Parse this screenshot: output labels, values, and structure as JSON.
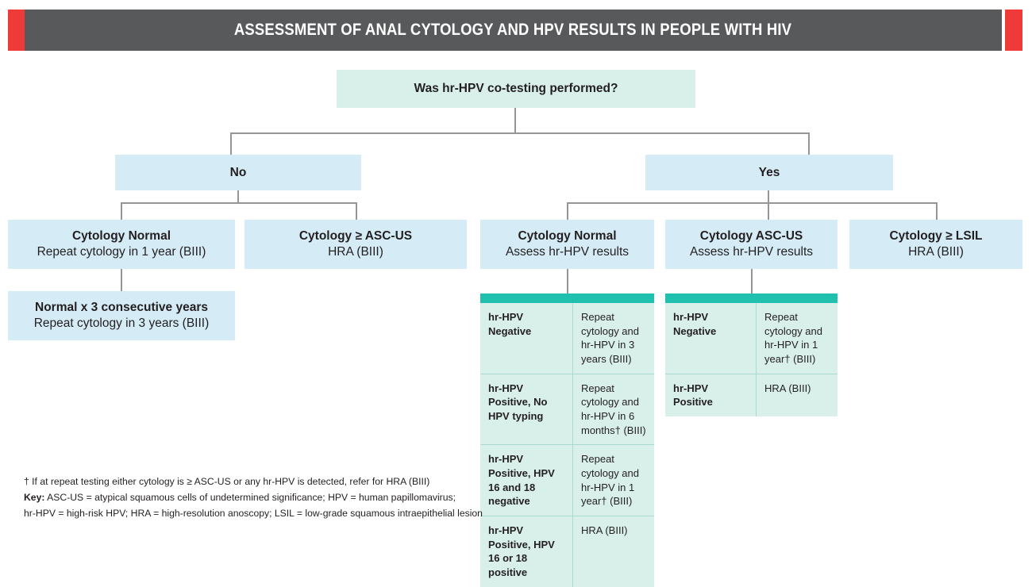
{
  "header": {
    "title": "ASSESSMENT OF ANAL CYTOLOGY AND HPV RESULTS IN PEOPLE WITH HIV",
    "accent_color": "#ee3b39",
    "bar_color": "#58595b"
  },
  "palette": {
    "mint": "#d9f0ea",
    "blue": "#d5ecf7",
    "teal": "#1fc0ad",
    "connector": "#939598"
  },
  "nodes": {
    "root": {
      "title": "Was hr-HPV co-testing performed?"
    },
    "no": {
      "title": "No"
    },
    "yes": {
      "title": "Yes"
    },
    "no_normal": {
      "title": "Cytology Normal",
      "detail": "Repeat cytology in 1 year (BIII)"
    },
    "no_ascus": {
      "title": "Cytology ≥ ASC-US",
      "detail": "HRA (BIII)"
    },
    "no_normal_x3": {
      "title": "Normal x 3 consecutive years",
      "detail": "Repeat cytology in 3 years (BIII)"
    },
    "yes_normal": {
      "title": "Cytology Normal",
      "detail": "Assess hr-HPV results"
    },
    "yes_ascus": {
      "title": "Cytology ASC-US",
      "detail": "Assess hr-HPV results"
    },
    "yes_lsil": {
      "title": "Cytology ≥ LSIL",
      "detail": "HRA (BIII)"
    }
  },
  "table_normal": {
    "rows": [
      {
        "result": "hr-HPV Negative",
        "action": "Repeat cytology and hr-HPV in 3 years (BIII)"
      },
      {
        "result": "hr-HPV Positive, No HPV typing",
        "action": "Repeat cytology and hr-HPV in 6 months† (BIII)"
      },
      {
        "result": "hr-HPV Positive, HPV 16 and 18 negative",
        "action": "Repeat cytology and hr-HPV in 1 year† (BIII)"
      },
      {
        "result": "hr-HPV Positive, HPV 16 or 18 positive",
        "action": "HRA (BIII)"
      }
    ]
  },
  "table_ascus": {
    "rows": [
      {
        "result": "hr-HPV Negative",
        "action": "Repeat cytology and hr-HPV in 1 year† (BIII)"
      },
      {
        "result": "hr-HPV Positive",
        "action": "HRA (BIII)"
      }
    ]
  },
  "footnotes": {
    "dagger": "† If at repeat testing either cytology is ≥ ASC-US or any hr-HPV is detected, refer for HRA (BIII)",
    "key_label": "Key:",
    "key_line1": " ASC-US = atypical squamous cells of undetermined significance; HPV = human papillomavirus;",
    "key_line2": "hr-HPV = high-risk HPV; HRA = high-resolution anoscopy; LSIL = low-grade squamous intraepithelial lesion"
  }
}
